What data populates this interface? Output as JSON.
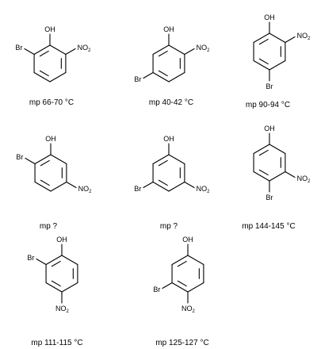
{
  "labels": {
    "hydroxyl": "OH",
    "bromo": "Br",
    "nitro": "NO",
    "nitro_subscript": "2"
  },
  "compounds": [
    {
      "id": "c1",
      "mp": "mp 66-70 °C"
    },
    {
      "id": "c2",
      "mp": "mp 40-42 °C"
    },
    {
      "id": "c3",
      "mp": "mp 90-94 °C"
    },
    {
      "id": "c4",
      "mp": "mp ?"
    },
    {
      "id": "c5",
      "mp": "mp ?"
    },
    {
      "id": "c6",
      "mp": "mp 144-145 °C"
    },
    {
      "id": "c7",
      "mp": "mp 111-115 °C"
    },
    {
      "id": "c8",
      "mp": "mp 125-127 °C"
    }
  ]
}
